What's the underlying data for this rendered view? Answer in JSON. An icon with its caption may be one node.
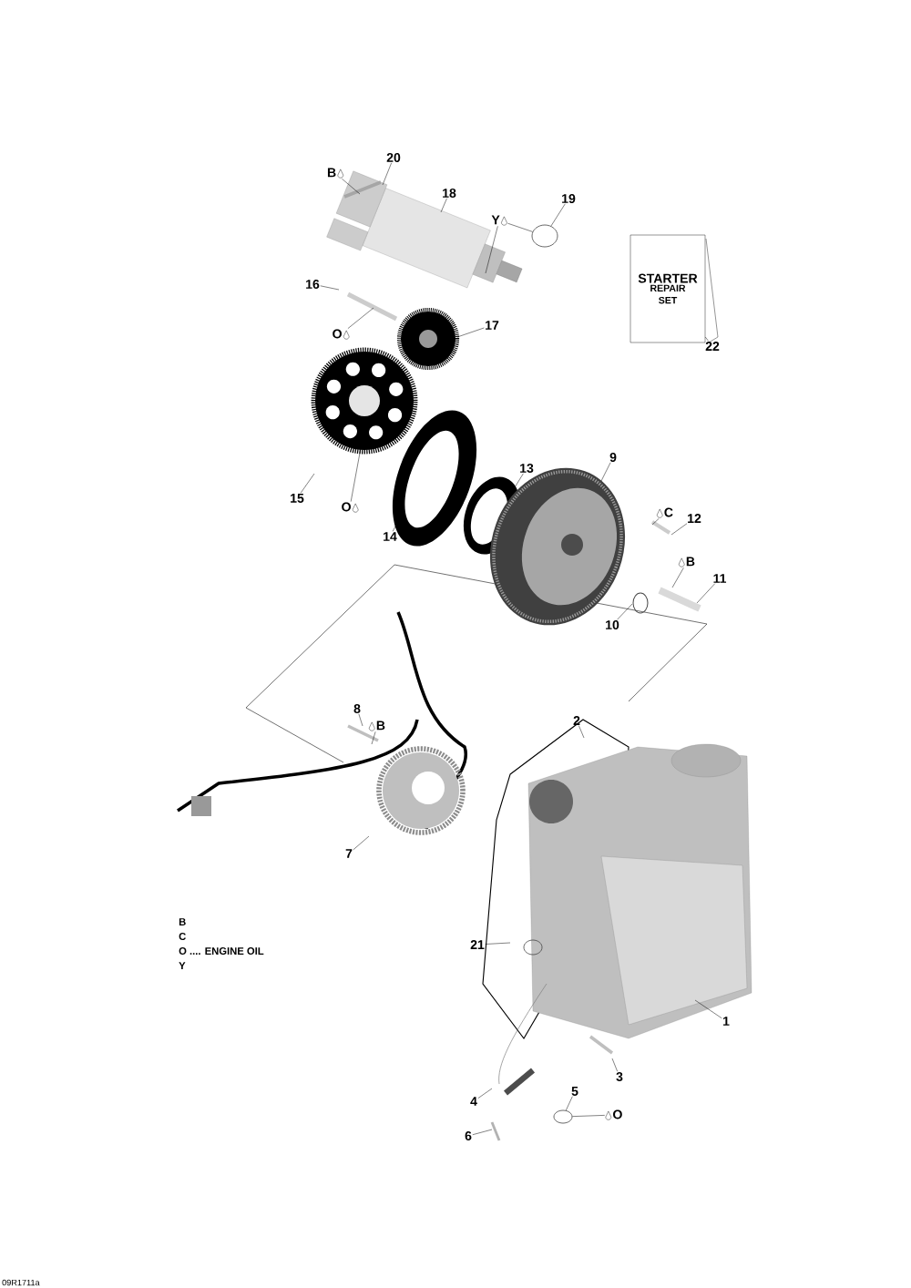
{
  "diagram": {
    "nodes": [
      {
        "text": [
          "20"
        ]
      },
      {
        "text": [
          "B"
        ]
      },
      {
        "text": [
          "18"
        ]
      },
      {
        "text": [
          "19"
        ]
      },
      {
        "text": [
          "Y"
        ]
      },
      {
        "text": [
          "STARTER",
          "REPAIR SET"
        ]
      },
      {
        "text": [
          "16"
        ]
      },
      {
        "text": [
          "O"
        ]
      },
      {
        "text": [
          "17"
        ]
      },
      {
        "text": [
          "22"
        ]
      },
      {
        "text": [
          "15"
        ]
      },
      {
        "text": [
          "O"
        ]
      },
      {
        "text": [
          "13"
        ]
      },
      {
        "text": [
          "9"
        ]
      },
      {
        "text": [
          "14"
        ]
      },
      {
        "text": [
          "C"
        ]
      },
      {
        "text": [
          "12"
        ]
      },
      {
        "text": [
          "B"
        ]
      },
      {
        "text": [
          "11"
        ]
      },
      {
        "text": [
          "10"
        ]
      },
      {
        "text": [
          "8"
        ]
      },
      {
        "text": [
          "B"
        ]
      },
      {
        "text": [
          "2"
        ]
      },
      {
        "text": [
          "7"
        ]
      },
      {
        "text": [
          "21"
        ]
      },
      {
        "text": [
          "1"
        ]
      },
      {
        "text": [
          "3"
        ]
      },
      {
        "text": [
          "4"
        ]
      },
      {
        "text": [
          "5"
        ]
      },
      {
        "text": [
          "O"
        ]
      },
      {
        "text": [
          "6"
        ]
      },
      {
        "text": [],
        "shape": "circle"
      },
      {
        "text": [],
        "shape": "circle"
      }
    ],
    "edges": [
      {
        "from": 0,
        "to": null,
        "arrow": "none"
      },
      {
        "from": 1,
        "to": null,
        "arrow": "none"
      },
      {
        "from": 2,
        "to": null,
        "arrow": "none"
      },
      {
        "from": 3,
        "to": 31,
        "arrow": "none"
      },
      {
        "from": 4,
        "to": 31,
        "arrow": "none"
      },
      {
        "from": 4,
        "to": null,
        "arrow": "none"
      },
      {
        "from": 6,
        "to": null,
        "arrow": "none"
      },
      {
        "from": 7,
        "to": null,
        "arrow": "none"
      },
      {
        "from": 8,
        "to": null,
        "arrow": "none"
      },
      {
        "from": 9,
        "to": 5,
        "arrow": "none"
      },
      {
        "from": 10,
        "to": null,
        "arrow": "none"
      },
      {
        "from": 11,
        "to": null,
        "arrow": "none"
      },
      {
        "from": 12,
        "to": null,
        "arrow": "none"
      },
      {
        "from": 13,
        "to": null,
        "arrow": "none"
      },
      {
        "from": 14,
        "to": null,
        "arrow": "none"
      },
      {
        "from": 15,
        "to": null,
        "arrow": "none"
      },
      {
        "from": 16,
        "to": null,
        "arrow": "none"
      },
      {
        "from": 17,
        "to": null,
        "arrow": "none"
      },
      {
        "from": 18,
        "to": null,
        "arrow": "none"
      },
      {
        "from": 19,
        "to": null,
        "arrow": "none"
      },
      {
        "from": 20,
        "to": null,
        "arrow": "none"
      },
      {
        "from": 21,
        "to": null,
        "arrow": "none"
      },
      {
        "from": 22,
        "to": null,
        "arrow": "none"
      },
      {
        "from": 23,
        "to": null,
        "arrow": "none"
      },
      {
        "from": 24,
        "to": null,
        "arrow": "none"
      },
      {
        "from": 25,
        "to": null,
        "arrow": "none"
      },
      {
        "from": 26,
        "to": null,
        "arrow": "none"
      },
      {
        "from": 27,
        "to": null,
        "arrow": "none"
      },
      {
        "from": 28,
        "to": 32,
        "arrow": "none"
      },
      {
        "from": 29,
        "to": 32,
        "arrow": "none"
      },
      {
        "from": 30,
        "to": null,
        "arrow": "none"
      }
    ],
    "labels": [
      "B",
      "C",
      "O .... ENGINE OIL",
      "Y",
      "09R1711a"
    ]
  }
}
